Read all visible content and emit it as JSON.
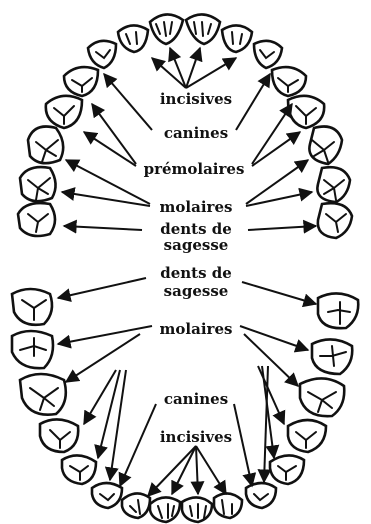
{
  "labels": {
    "upper": {
      "incisives": "incisives",
      "canines": "canines",
      "premolaires": "prémolaires",
      "molaires": "molaires",
      "dents_de_sagesse_line1": "dents de",
      "dents_de_sagesse_line2": "sagesse"
    },
    "lower": {
      "dents_de_sagesse_line1": "dents de",
      "dents_de_sagesse_line2": "sagesse",
      "molaires": "molaires",
      "canines": "canines",
      "incisives": "incisives"
    }
  },
  "colors": {
    "ink": "#111111",
    "background": "#ffffff"
  }
}
